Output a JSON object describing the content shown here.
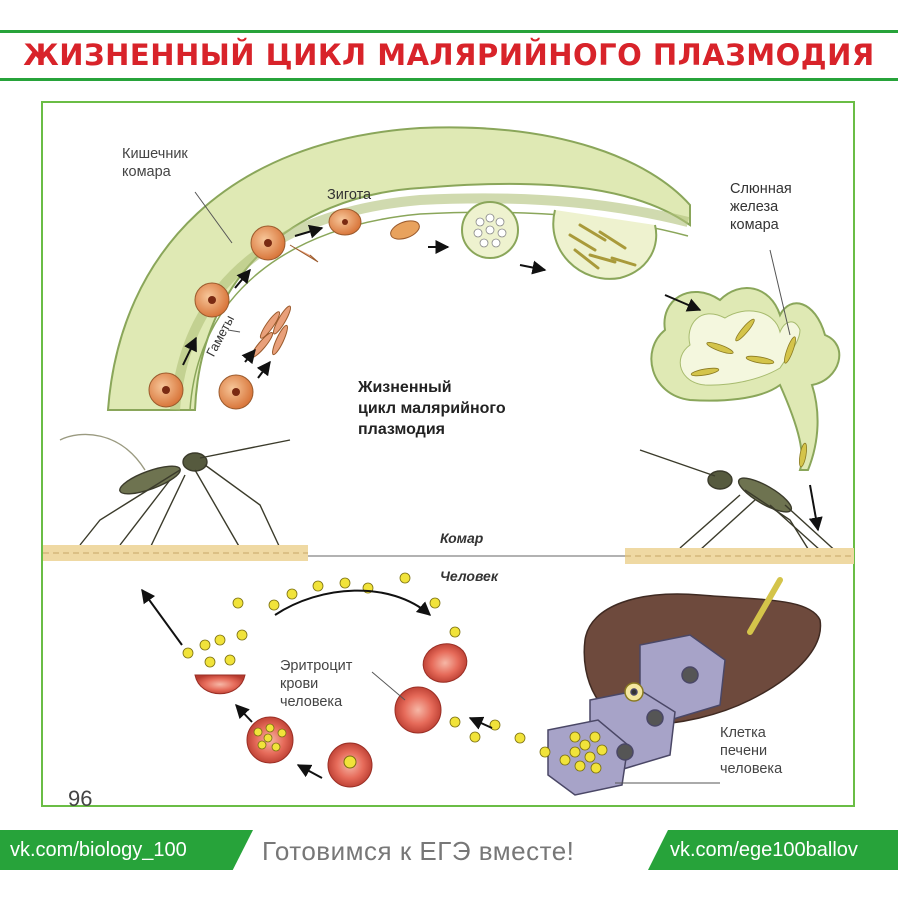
{
  "title": "ЖИЗНЕННЫЙ ЦИКЛ МАЛЯРИЙНОГО ПЛАЗМОДИЯ",
  "labels": {
    "mosquito_gut_line1": "Кишечник",
    "mosquito_gut_line2": "комара",
    "zygote": "Зигота",
    "gametes": "Гаметы",
    "salivary_line1": "Слюнная",
    "salivary_line2": "железа",
    "salivary_line3": "комара",
    "center_line1": "Жизненный",
    "center_line2": "цикл малярийного",
    "center_line3": "плазмодия",
    "mosquito": "Комар",
    "human": "Человек",
    "erythrocyte_line1": "Эритроцит",
    "erythrocyte_line2": "крови",
    "erythrocyte_line3": "человека",
    "liver_line1": "Клетка",
    "liver_line2": "печени",
    "liver_line3": "человека"
  },
  "page_number": "96",
  "footer": {
    "left": "vk.com/biology_100",
    "middle": "Готовимся к ЕГЭ вместе!",
    "right": "vk.com/ege100ballov"
  },
  "colors": {
    "title_red": "#d8232a",
    "brand_green": "#27a33a",
    "gut_green": "#dfe9b4",
    "rbc_red": "#d64b3e",
    "liver_brown": "#6e4a3d",
    "liver_cell_lilac": "#a7a3c8",
    "parasite_yellow": "#f1e33a"
  }
}
